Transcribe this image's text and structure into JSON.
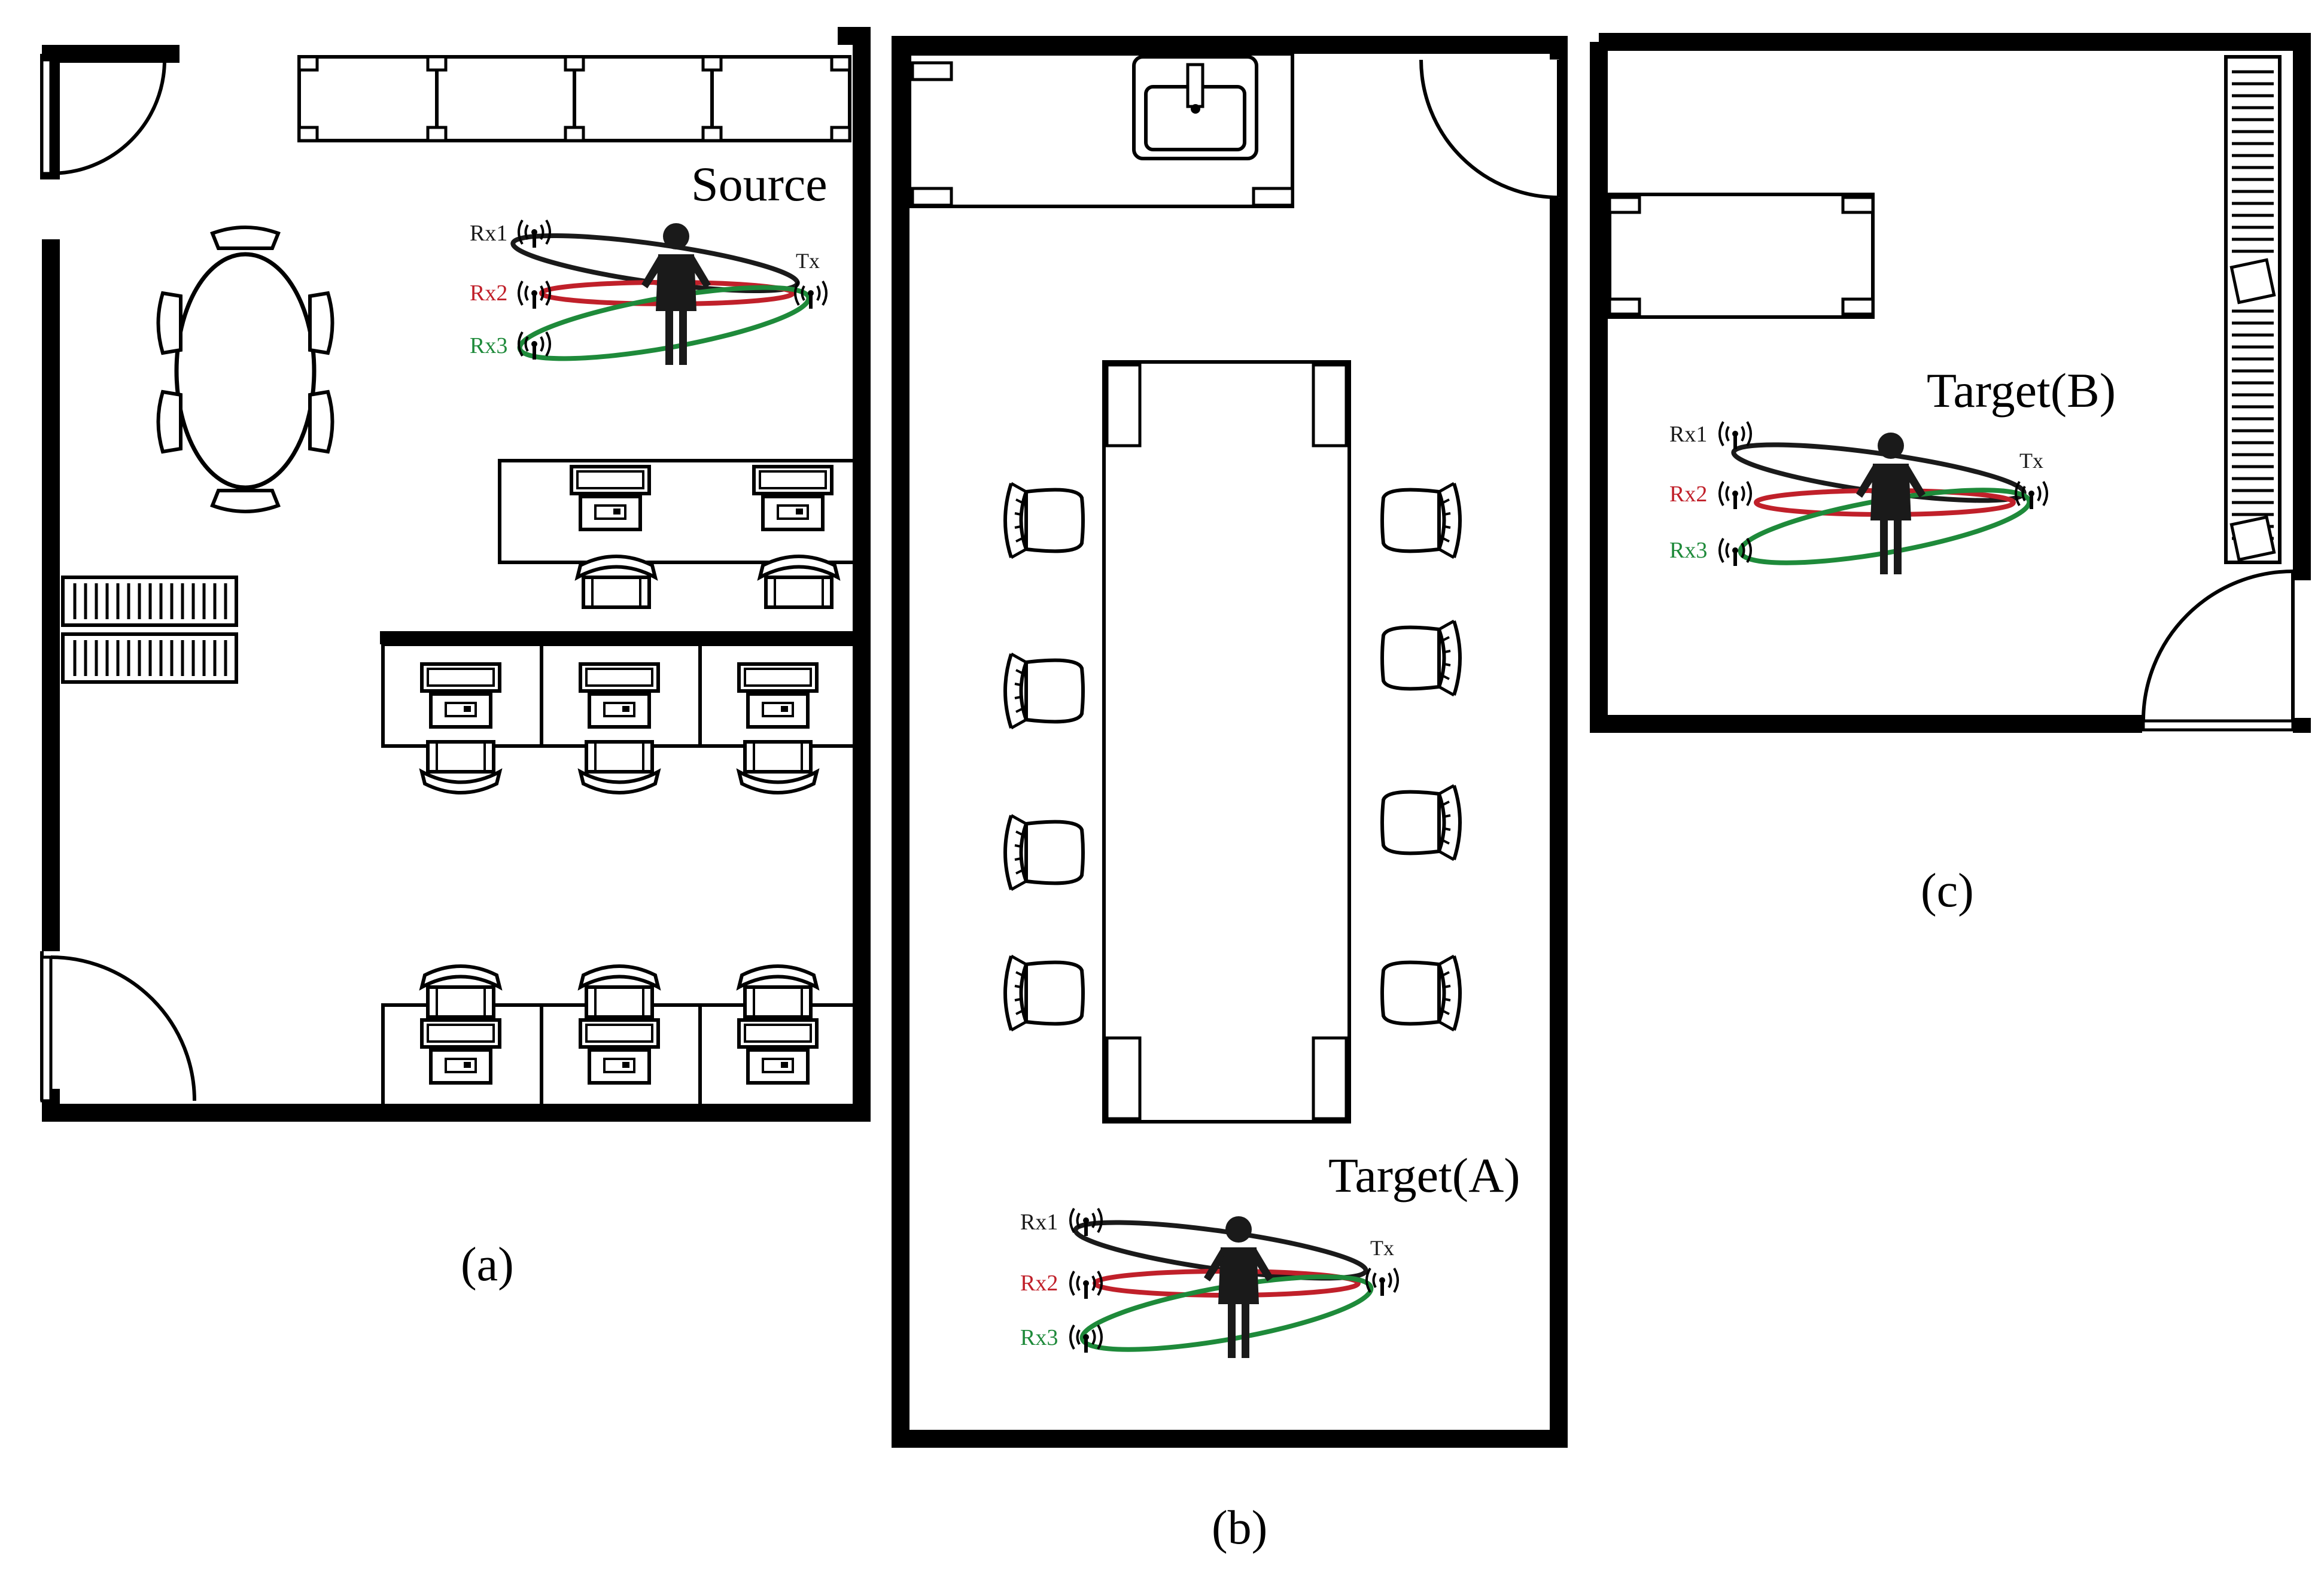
{
  "colors": {
    "rx1": "#1a1a1a",
    "rx2": "#c0202a",
    "rx3": "#1e8a3a",
    "wall": "#000000",
    "person": "#1a1a1a"
  },
  "icons": [
    "antenna-icon",
    "person-icon",
    "door-swing-icon",
    "chair-icon",
    "desk-computer-icon",
    "sink-icon",
    "radiator-icon"
  ],
  "panel_a": {
    "title": "Source",
    "caption": "(a)",
    "rx1": "Rx1",
    "rx2": "Rx2",
    "rx3": "Rx3",
    "tx": "Tx"
  },
  "panel_b": {
    "title": "Target(A)",
    "caption": "(b)",
    "rx1": "Rx1",
    "rx2": "Rx2",
    "rx3": "Rx3",
    "tx": "Tx"
  },
  "panel_c": {
    "title": "Target(B)",
    "caption": "(c)",
    "rx1": "Rx1",
    "rx2": "Rx2",
    "rx3": "Rx3",
    "tx": "Tx"
  }
}
